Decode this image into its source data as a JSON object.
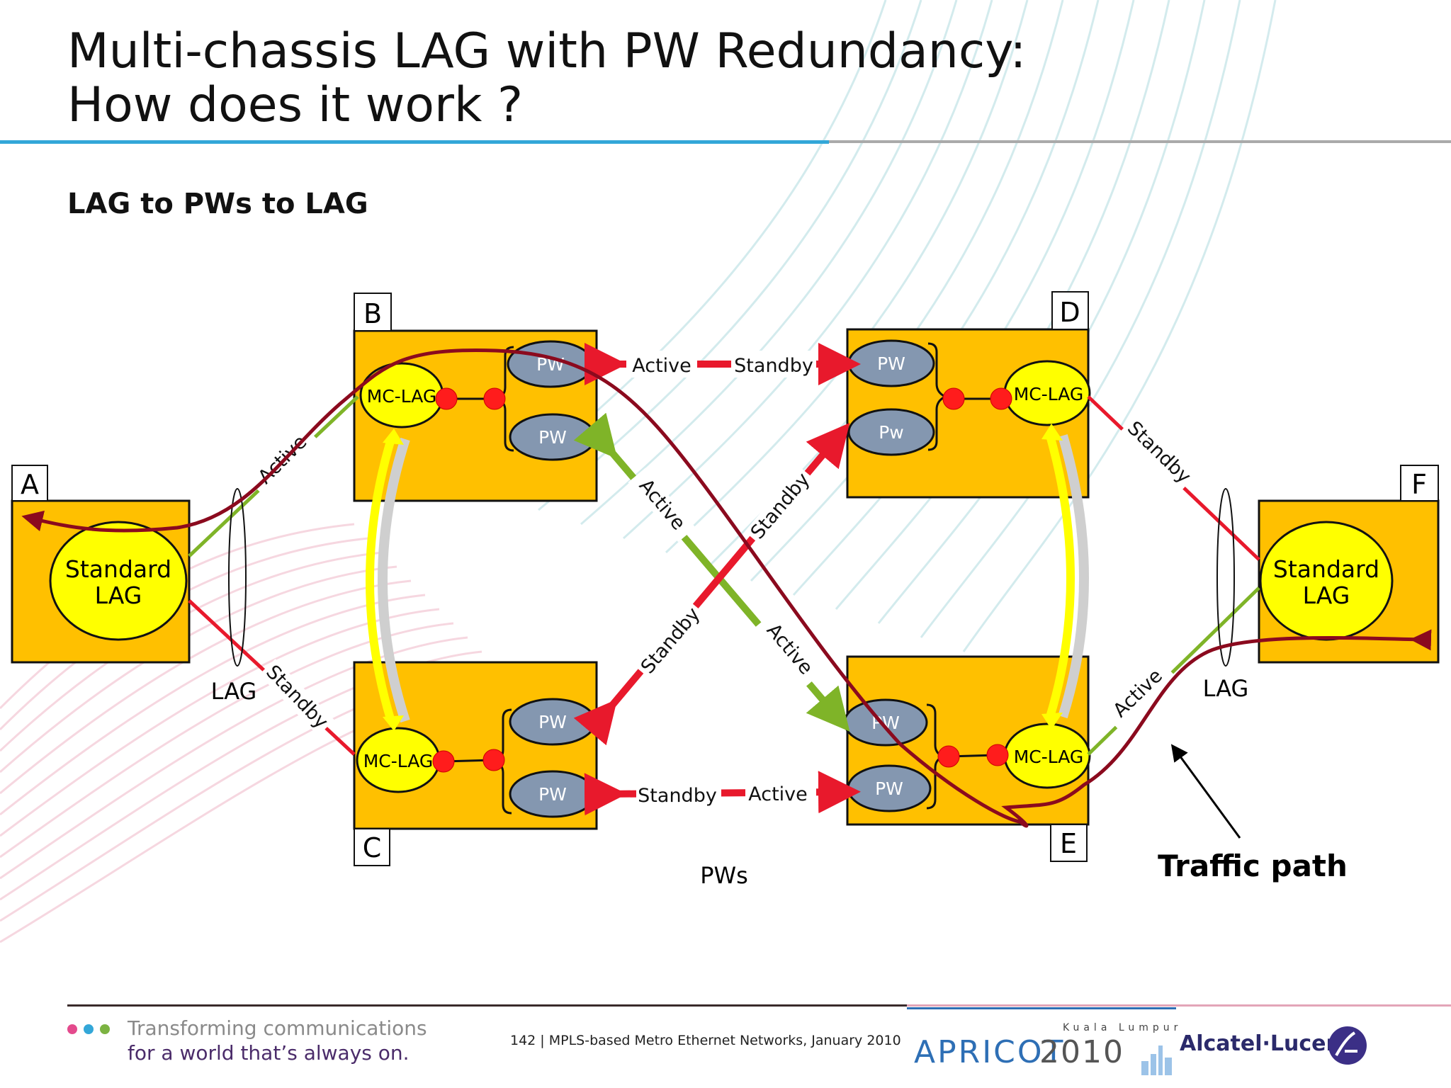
{
  "slide": {
    "title": "Multi-chassis LAG with PW Redundancy:\nHow does it work ?",
    "subtitle": "LAG to PWs to LAG",
    "footer": "142 | MPLS-based Metro Ethernet Networks, January 2010"
  },
  "nodes": {
    "a": {
      "tag": "A",
      "circle1": "Standard",
      "circle2": "LAG"
    },
    "b": {
      "tag": "B",
      "mclag": "MC-LAG",
      "pw1": "PW",
      "pw2": "PW"
    },
    "c": {
      "tag": "C",
      "mclag": "MC-LAG",
      "pw1": "PW",
      "pw2": "PW"
    },
    "d": {
      "tag": "D",
      "mclag": "MC-LAG",
      "pw1": "PW",
      "pw2": "Pw"
    },
    "e": {
      "tag": "E",
      "mclag": "MC-LAG",
      "pw1": "PW",
      "pw2": "PW"
    },
    "f": {
      "tag": "F",
      "circle1": "Standard",
      "circle2": "LAG"
    }
  },
  "links": {
    "a_b": "Active",
    "a_c": "Standby",
    "f_d": "Standby",
    "f_e": "Active",
    "b_d_left": "Active",
    "b_d_right": "Standby",
    "c_e_left": "Standby",
    "c_e_right": "Active",
    "b_e": "Active",
    "b_e_lower": "Active",
    "c_d_upper": "Standby",
    "c_d_lower": "Standby"
  },
  "labels": {
    "lag_left": "LAG",
    "lag_right": "LAG",
    "pws": "PWs",
    "traffic_path": "Traffic path"
  },
  "branding": {
    "slogan_line1": "Transforming communications",
    "slogan_line2": "for a world that’s always on.",
    "event_word": "APRICOT",
    "event_year": "2010",
    "event_city": "Kuala Lumpur",
    "company": "Alcatel·Lucent"
  },
  "colors": {
    "box_fill": "#FFC000",
    "circle_fill": "#FFFF00",
    "pw_fill": "#8497B0",
    "active_link": "#7FB428",
    "standby_link": "#E8192C",
    "traffic_path": "#8B0A1E",
    "dot": "#FF1C1C"
  }
}
